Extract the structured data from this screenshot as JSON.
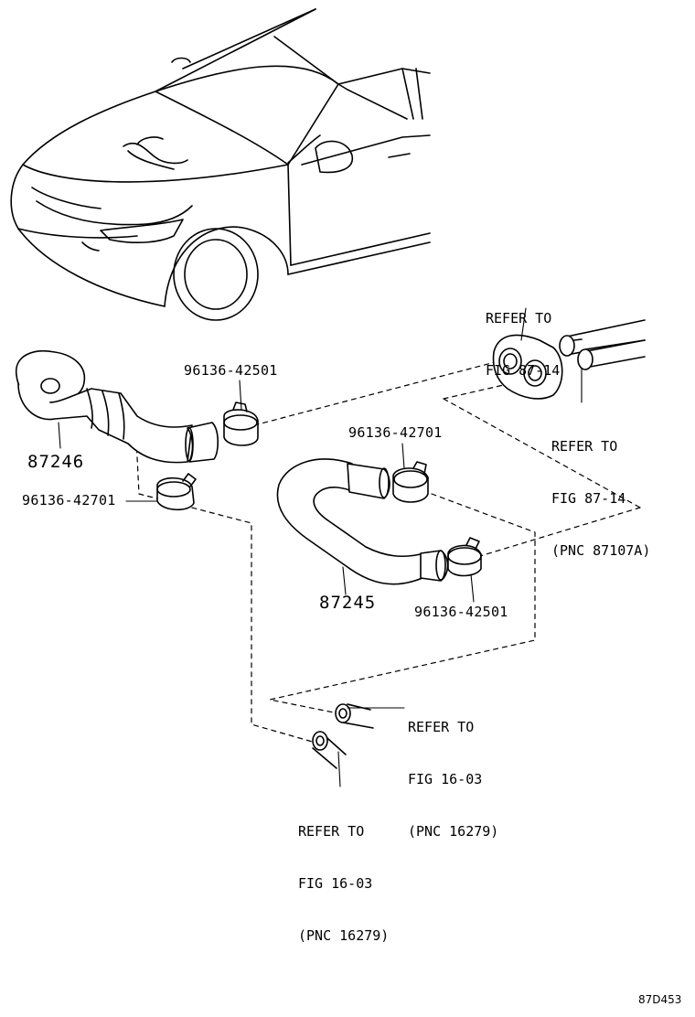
{
  "part_labels": {
    "hose_87246": "87246",
    "hose_87245": "87245",
    "clamp_top_left": "96136-42501",
    "clamp_left": "96136-42701",
    "clamp_mid_upper": "96136-42701",
    "clamp_mid_lower": "96136-42501"
  },
  "references": {
    "grommet_top": [
      "REFER TO",
      "FIG 87-14"
    ],
    "pipes_right": [
      "REFER TO",
      "FIG 87-14",
      "(PNC 87107A)"
    ],
    "engine_pipe_upper": [
      "REFER TO",
      "FIG 16-03",
      "(PNC 16279)"
    ],
    "engine_pipe_lower": [
      "REFER TO",
      "FIG 16-03",
      "(PNC 16279)"
    ]
  },
  "diagram_code": "87D453"
}
